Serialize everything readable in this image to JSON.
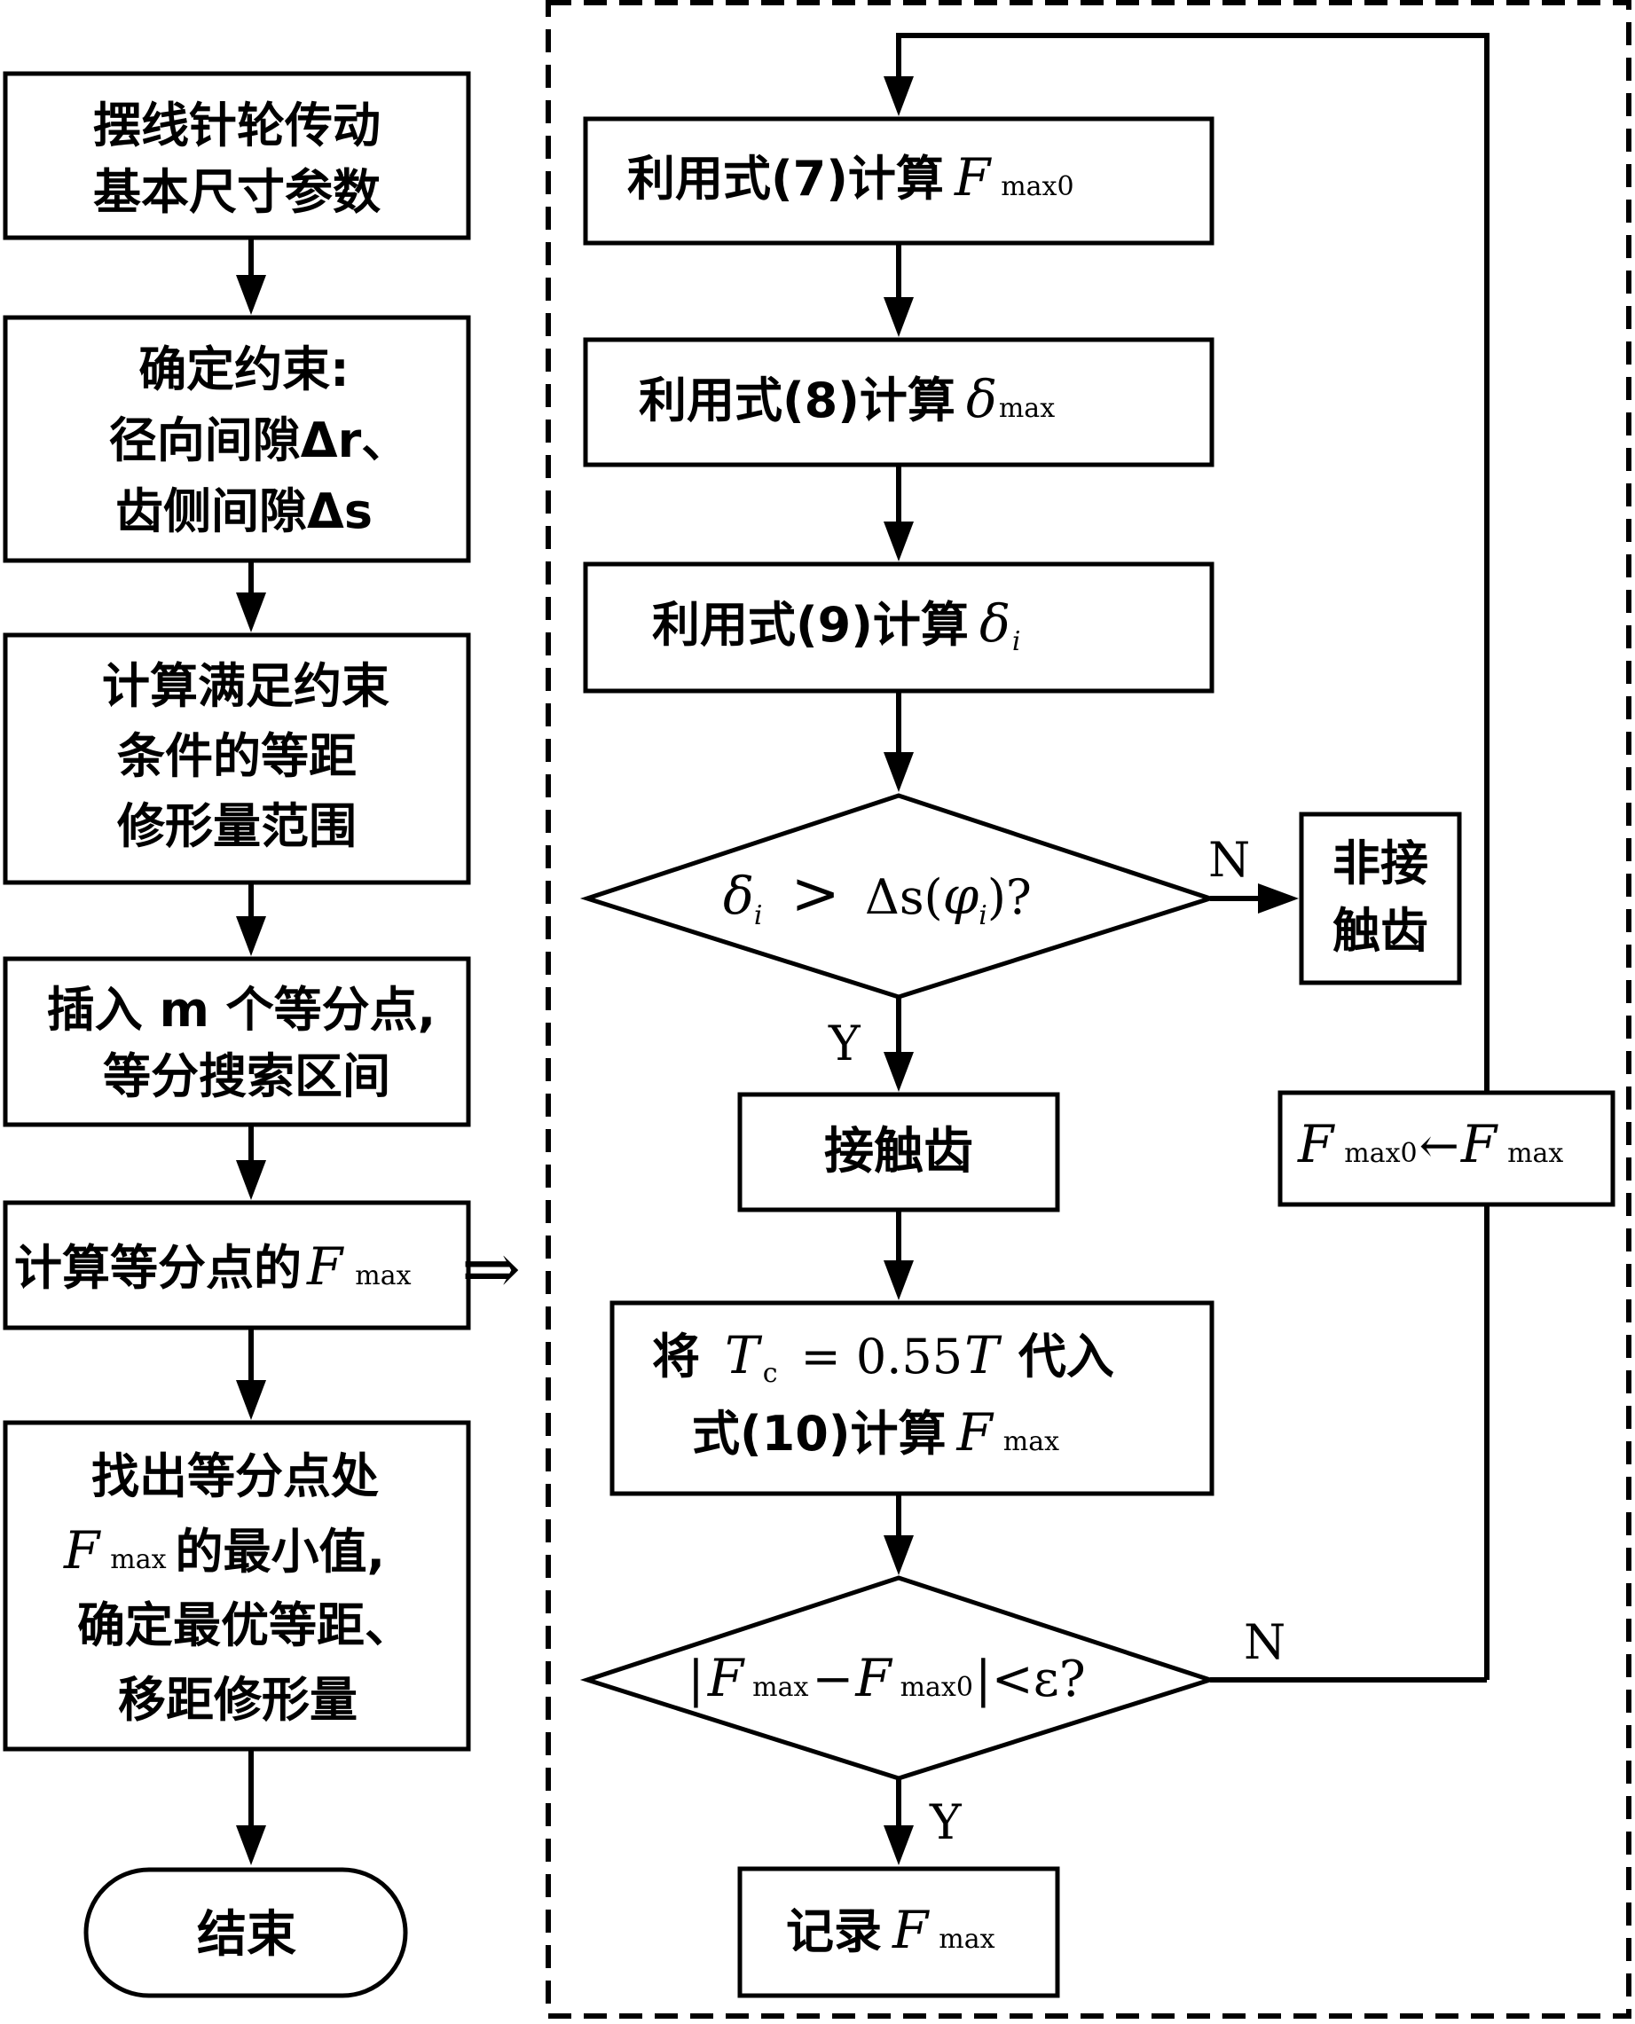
{
  "left_flow": {
    "step1": {
      "line1": "摆线针轮传动",
      "line2": "基本尺寸参数"
    },
    "step2": {
      "line1": "确定约束:",
      "line2": "径向间隙Δr、",
      "line3": "齿侧间隙Δs"
    },
    "step3": {
      "line1": "计算满足约束",
      "line2": "条件的等距",
      "line3": "修形量范围"
    },
    "step4": {
      "line1": "插入 m 个等分点,",
      "line2": "等分搜索区间"
    },
    "step5": {
      "text": "计算等分点的",
      "var": "F",
      "sub": "max"
    },
    "step6": {
      "line1": "找出等分点处",
      "line2_var": "F",
      "line2_sub": "max",
      "line2_text": "的最小值,",
      "line3": "确定最优等距、",
      "line4": "移距修形量"
    },
    "end": {
      "label": "结束"
    }
  },
  "right_flow": {
    "step1": {
      "text": "利用式(7)计算",
      "var": "F",
      "sub": "max0"
    },
    "step2": {
      "text": "利用式(8)计算",
      "var": "δ",
      "sub": "max"
    },
    "step3": {
      "text": "利用式(9)计算",
      "var": "δ",
      "sub": "i"
    },
    "decision1": {
      "delta": "δ",
      "sub_i": "i",
      "op": ">",
      "rhs_pre": "Δs(",
      "phi": "φ",
      "rhs_post": ")?"
    },
    "non_contact": {
      "line1": "非接",
      "line2": "触齿"
    },
    "contact": {
      "label": "接触齿"
    },
    "step4": {
      "line1_pre": "将",
      "T": "T",
      "c": "c",
      "eq": "= 0.55",
      "T2": "T",
      "line1_post": "代入",
      "line2": "式(10)计算",
      "var": "F",
      "sub": "max"
    },
    "decision2": {
      "bar": "|",
      "F1": "F",
      "s1": "max",
      "minus": "−",
      "F2": "F",
      "s2": "max0",
      "tail": "|<ε?"
    },
    "record": {
      "text": "记录",
      "var": "F",
      "sub": "max"
    },
    "update": {
      "F1": "F",
      "s1": "max0",
      "arrow": "←",
      "F2": "F",
      "s2": "max"
    }
  },
  "branch_labels": {
    "n1": "N",
    "y1": "Y",
    "n2": "N",
    "y2": "Y"
  },
  "connector": {
    "symbol": "⇒"
  }
}
